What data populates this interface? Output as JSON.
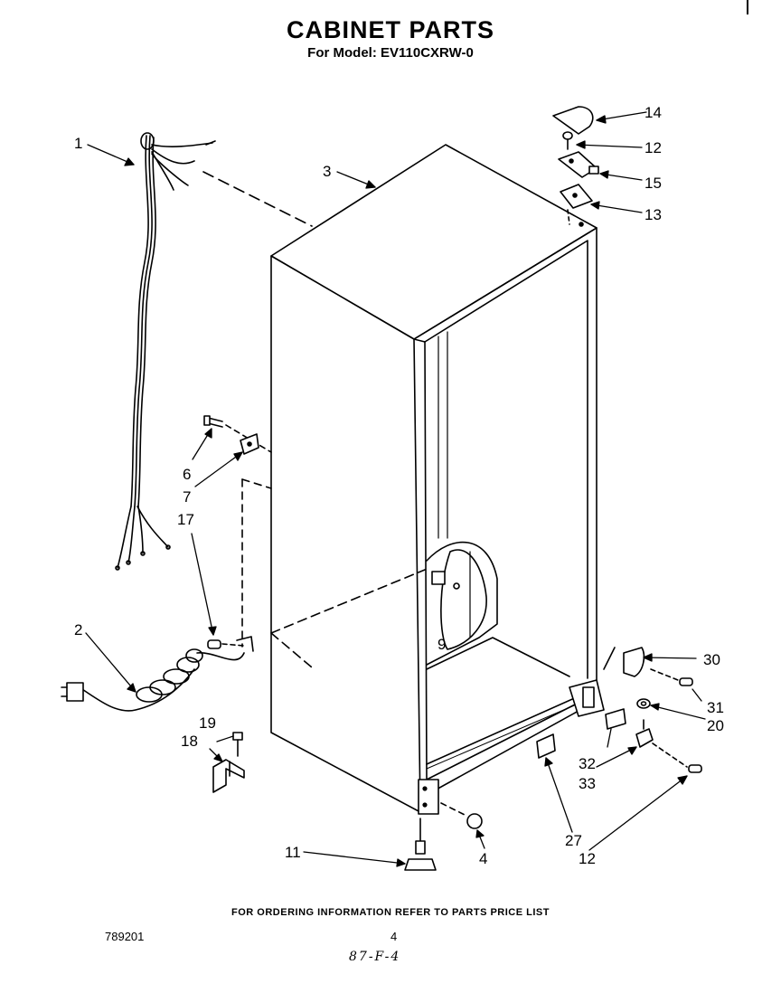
{
  "header": {
    "title": "CABINET PARTS",
    "subtitle": "For Model: EV110CXRW-0"
  },
  "diagram": {
    "callouts": [
      "1",
      "2",
      "3",
      "4",
      "6",
      "7",
      "9",
      "11",
      "12",
      "12",
      "13",
      "14",
      "15",
      "17",
      "18",
      "19",
      "20",
      "27",
      "30",
      "31",
      "32",
      "33"
    ]
  },
  "footer": {
    "ordering_note": "FOR ORDERING INFORMATION REFER TO PARTS PRICE LIST",
    "doc_number": "789201",
    "page_number": "4",
    "handwritten_mark": "87-F-4"
  }
}
